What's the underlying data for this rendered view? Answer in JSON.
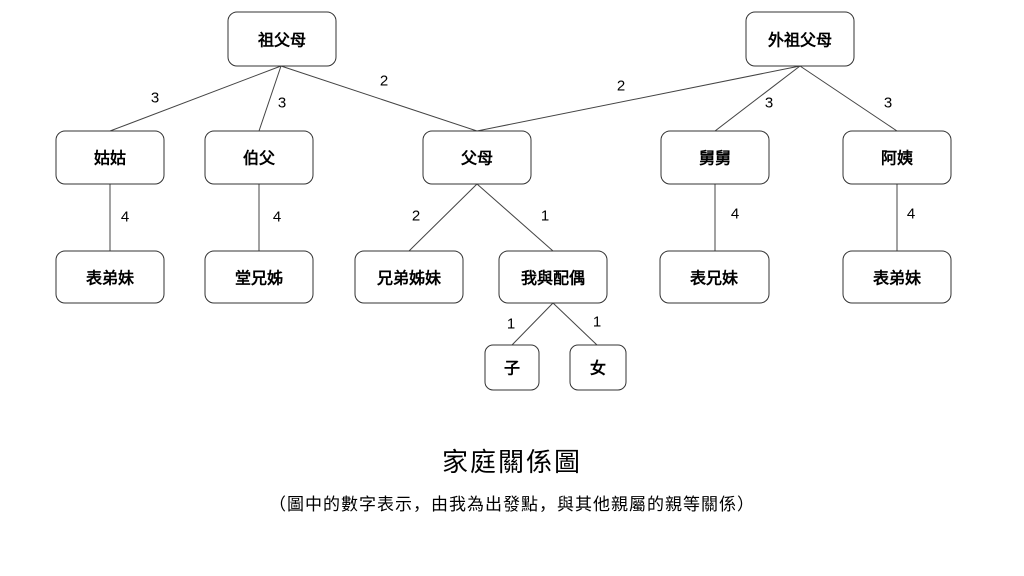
{
  "title": "家庭關係圖",
  "subtitle": "（圖中的數字表示，由我為出發點，與其他親屬的親等關係）",
  "nodes": {
    "grandparents": "祖父母",
    "maternal_grandparents": "外祖父母",
    "paternal_aunt": "姑姑",
    "paternal_uncle": "伯父",
    "parents": "父母",
    "maternal_uncle": "舅舅",
    "maternal_aunt": "阿姨",
    "cousin_from_aunt": "表弟妹",
    "cousin_from_uncle": "堂兄姊",
    "siblings": "兄弟姊妹",
    "me_and_spouse": "我與配偶",
    "cousin_from_maternal_uncle": "表兄妹",
    "cousin_from_maternal_aunt": "表弟妹",
    "son": "子",
    "daughter": "女"
  },
  "edges": {
    "grandparents_paternal_aunt": "3",
    "grandparents_paternal_uncle": "3",
    "grandparents_parents": "2",
    "maternal_grandparents_parents": "2",
    "maternal_grandparents_maternal_uncle": "3",
    "maternal_grandparents_maternal_aunt": "3",
    "paternal_aunt_cousin": "4",
    "paternal_uncle_cousin": "4",
    "parents_siblings": "2",
    "parents_me": "1",
    "maternal_uncle_cousin": "4",
    "maternal_aunt_cousin": "4",
    "me_son": "1",
    "me_daughter": "1"
  }
}
